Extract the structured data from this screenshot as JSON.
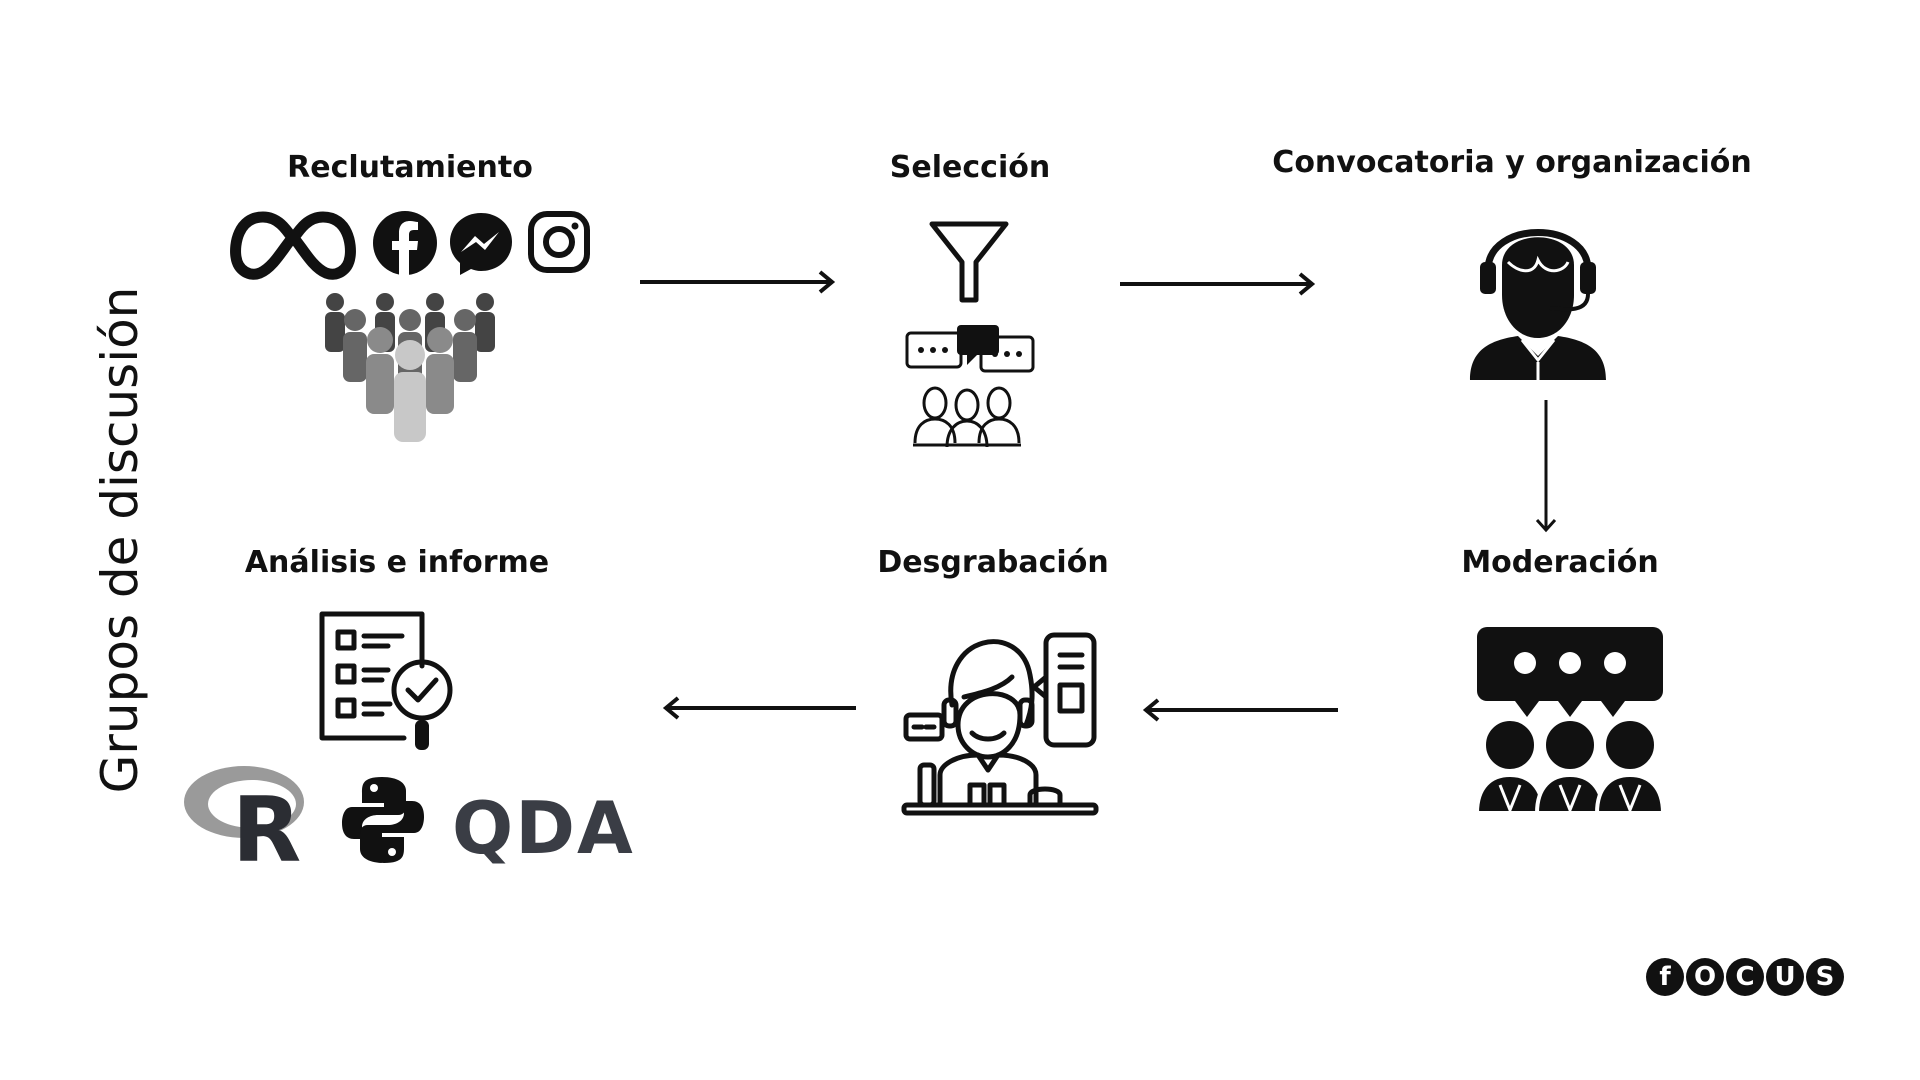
{
  "side_title": "Grupos de discusión",
  "steps": {
    "reclutamiento": "Reclutamiento",
    "seleccion": "Selección",
    "convocatoria": "Convocatoria y organización",
    "moderacion": "Moderación",
    "desgrabacion": "Desgrabación",
    "analisis": "Análisis e informe"
  },
  "tools": {
    "r": "R",
    "qda": "QDA"
  },
  "brand": {
    "letters": [
      "f",
      "O",
      "C",
      "U",
      "S"
    ]
  },
  "icons": {
    "recruit": [
      "meta-logo-icon",
      "facebook-icon",
      "messenger-icon",
      "instagram-icon",
      "crowd-icon"
    ],
    "selection": [
      "funnel-icon",
      "group-chat-icon"
    ],
    "convocation": "call-center-operator-icon",
    "moderation": "group-discussion-icon",
    "transcription": "transcriber-icon",
    "analysis": "checklist-magnifier-icon"
  },
  "colors": {
    "ink": "#111111",
    "grey_dark": "#555555",
    "grey_light": "#cfcfcf",
    "qda": "#3a3d45"
  }
}
